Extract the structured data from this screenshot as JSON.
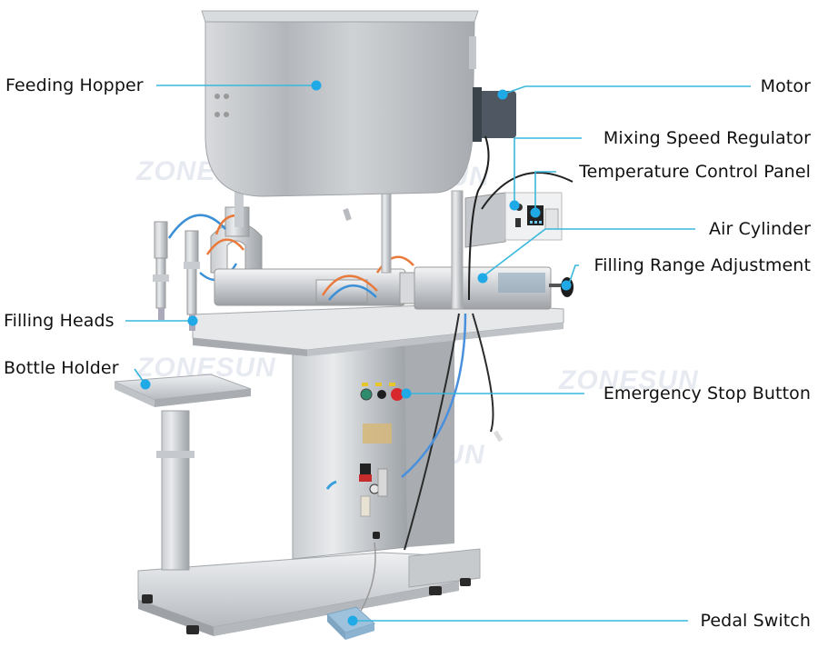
{
  "diagram": {
    "subject": "Paste filling machine with mixing hopper",
    "watermark_text": "ZONESUN",
    "callout_color": "#39b8dd",
    "callout_dot_color": "#1fa9e6",
    "labels": [
      {
        "id": "feeding-hopper",
        "text": "Feeding Hopper",
        "side": "left"
      },
      {
        "id": "motor",
        "text": "Motor",
        "side": "right"
      },
      {
        "id": "mixing-speed-regulator",
        "text": "Mixing Speed Regulator",
        "side": "right"
      },
      {
        "id": "temperature-control-panel",
        "text": "Temperature Control Panel",
        "side": "right"
      },
      {
        "id": "air-cylinder",
        "text": "Air Cylinder",
        "side": "right"
      },
      {
        "id": "filling-range-adjustment",
        "text": "Filling Range Adjustment",
        "side": "right"
      },
      {
        "id": "filling-heads",
        "text": "Filling Heads",
        "side": "left"
      },
      {
        "id": "bottle-holder",
        "text": "Bottle Holder",
        "side": "left"
      },
      {
        "id": "emergency-stop-button",
        "text": "Emergency Stop Button",
        "side": "right"
      },
      {
        "id": "pedal-switch",
        "text": "Pedal Switch",
        "side": "right"
      }
    ]
  }
}
